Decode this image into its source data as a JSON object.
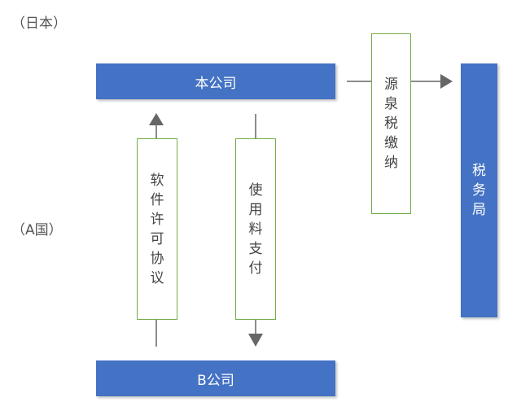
{
  "labels": {
    "japan": "（日本）",
    "country_a": "（A国）"
  },
  "entities": {
    "parent_company": "本公司",
    "sub_company": "B公司",
    "tax_bureau": "税务局"
  },
  "flows": {
    "license_agreement": "软件许可协议",
    "royalty_payment": "使用料支付",
    "withholding_tax": "源泉税缴纳"
  },
  "colors": {
    "entity_fill": "#4472c4",
    "document_border": "#70ad47",
    "arrow": "#666666"
  }
}
